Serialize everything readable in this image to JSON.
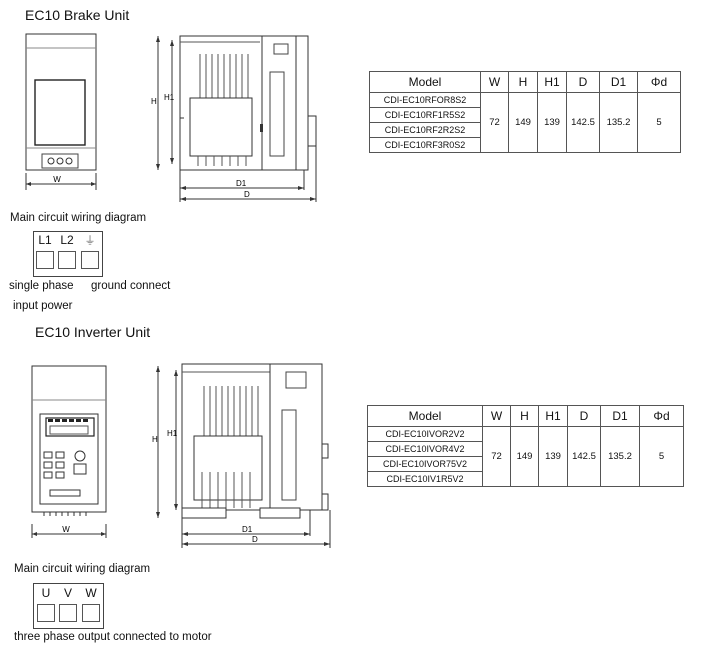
{
  "brake": {
    "title": "EC10 Brake Unit",
    "dims": {
      "w": "W",
      "h": "H",
      "h1": "H1",
      "d": "D",
      "d1": "D1"
    },
    "table": {
      "headers": [
        "Model",
        "W",
        "H",
        "H1",
        "D",
        "D1",
        "Φd"
      ],
      "models": [
        "CDI-EC10RFOR8S2",
        "CDI-EC10RF1R5S2",
        "CDI-EC10RF2R2S2",
        "CDI-EC10RF3R0S2"
      ],
      "values": [
        "72",
        "149",
        "139",
        "142.5",
        "135.2",
        "5"
      ]
    },
    "wiring": {
      "caption": "Main circuit wiring diagram",
      "terminals": [
        "L1",
        "L2",
        "⏚"
      ],
      "note1": "single phase",
      "note1b": "input power",
      "note2": "ground connect"
    }
  },
  "inverter": {
    "title": "EC10 Inverter Unit",
    "dims": {
      "w": "W",
      "h": "H",
      "h1": "H1",
      "d": "D",
      "d1": "D1"
    },
    "table": {
      "headers": [
        "Model",
        "W",
        "H",
        "H1",
        "D",
        "D1",
        "Φd"
      ],
      "models": [
        "CDI-EC10IVOR2V2",
        "CDI-EC10IVOR4V2",
        "CDI-EC10IVOR75V2",
        "CDI-EC10IV1R5V2"
      ],
      "values": [
        "72",
        "149",
        "139",
        "142.5",
        "135.2",
        "5"
      ]
    },
    "wiring": {
      "caption": "Main circuit wiring diagram",
      "terminals": [
        "U",
        "V",
        "W"
      ],
      "note": "three phase output connected to motor"
    }
  }
}
